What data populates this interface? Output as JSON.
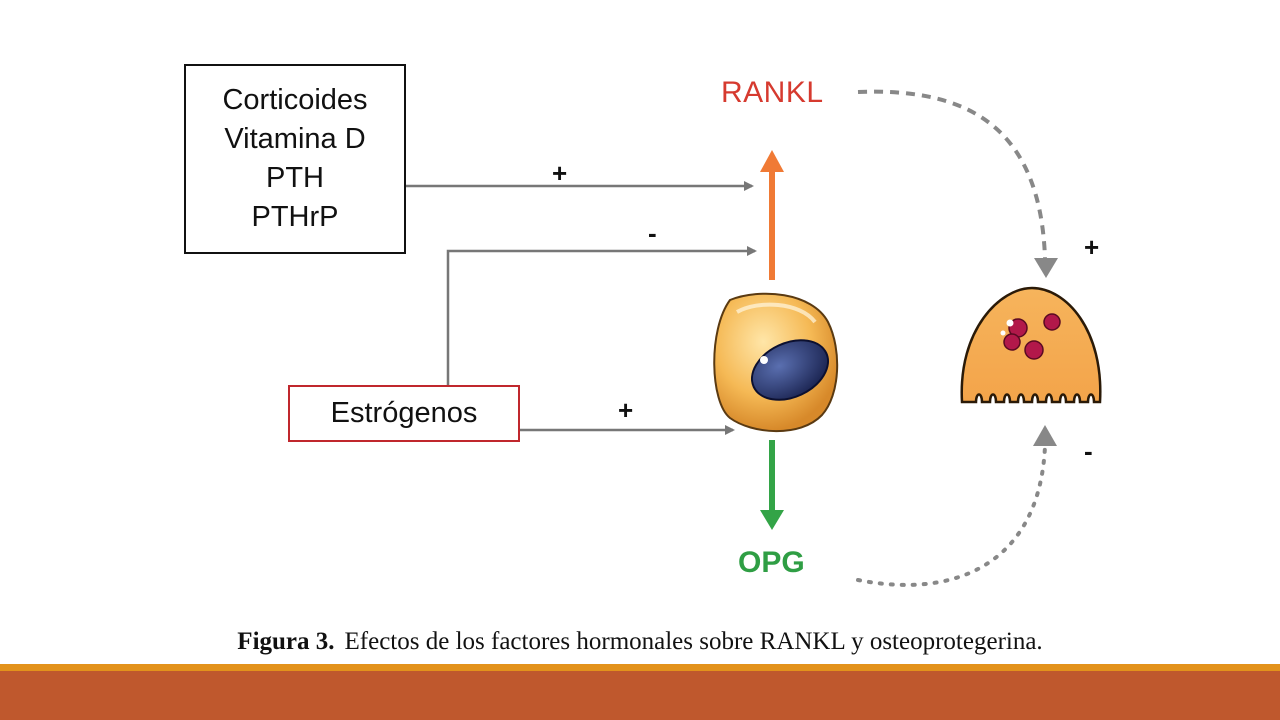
{
  "diagram": {
    "hormone_box": {
      "lines": [
        "Corticoides",
        "Vitamina D",
        "PTH",
        "PTHrP"
      ]
    },
    "estrogen_box": {
      "label": "Estrógenos"
    },
    "rankl_label": "RANKL",
    "opg_label": "OPG",
    "signs": {
      "hormones_to_cell": "+",
      "estrogen_to_rankl": "-",
      "estrogen_to_cell": "+",
      "rankl_to_osteoclast": "+",
      "opg_to_osteoclast": "-"
    },
    "colors": {
      "rankl": "#d63a2f",
      "opg": "#2f9e44",
      "rankl_arrow": "#f07a35",
      "opg_arrow": "#33a447",
      "estrogen_border": "#c0272d",
      "connector": "#777777"
    }
  },
  "caption": {
    "figure_label": "Figura 3.",
    "text": "Efectos de los factores hormonales sobre RANKL y osteoprotegerina."
  },
  "footer": {
    "band_color": "#bf582d",
    "accent_color": "#e3921b"
  }
}
